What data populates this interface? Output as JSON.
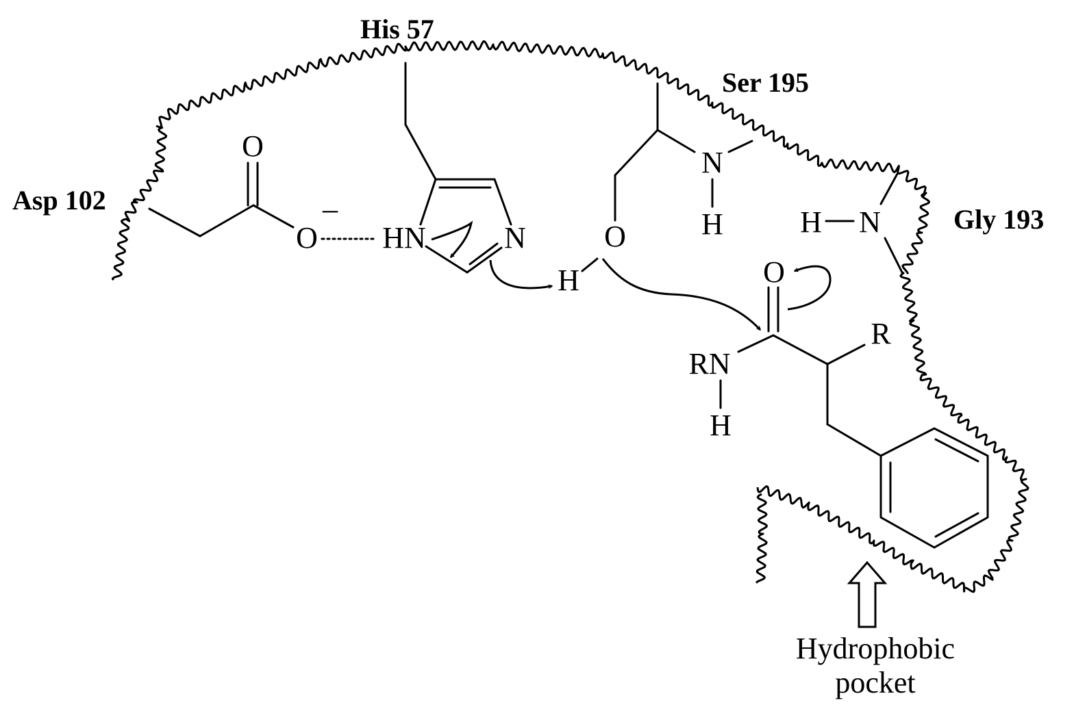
{
  "residues": {
    "asp": "Asp 102",
    "his": "His 57",
    "ser": "Ser 195",
    "gly": "Gly 193"
  },
  "atoms": {
    "asp_carbonyl_o": "O",
    "asp_anion_o": "O",
    "asp_charge": "–",
    "his_hn": "HN",
    "his_n": "N",
    "transfer_h": "H",
    "ser_o": "O",
    "ser_n": "N",
    "ser_nh_h": "H",
    "gly_h": "H",
    "gly_n": "N",
    "substrate_carbonyl_o": "O",
    "substrate_rn": "RN",
    "substrate_nh_h": "H",
    "substrate_r": "R"
  },
  "caption": {
    "line1": "Hydrophobic",
    "line2": "pocket"
  }
}
